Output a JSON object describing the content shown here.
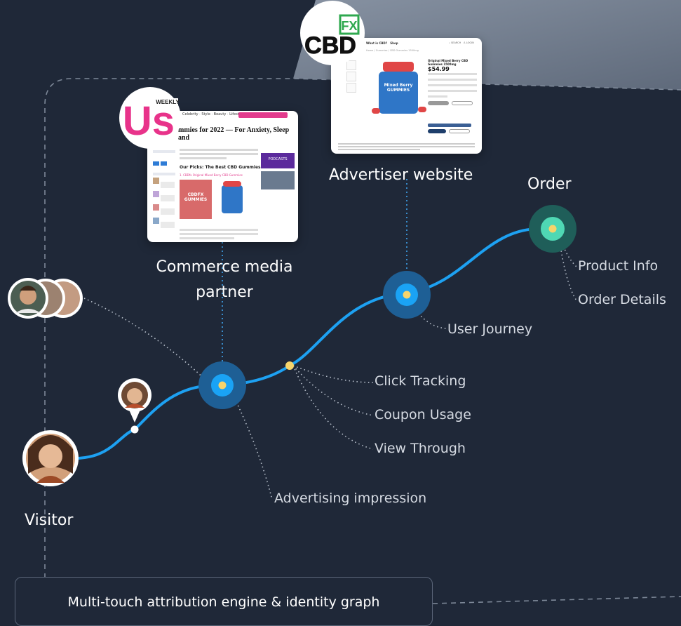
{
  "nodes": {
    "visitor": "Visitor",
    "commerce_media_partner": "Commerce media partner",
    "advertiser_website": "Advertiser website",
    "order": "Order"
  },
  "touchpoints": {
    "advertising_impression": "Advertising impression",
    "click_tracking": "Click Tracking",
    "coupon_usage": "Coupon Usage",
    "view_through": "View Through",
    "user_journey": "User Journey",
    "product_info": "Product Info",
    "order_details": "Order Details"
  },
  "engine": {
    "label": "Multi-touch attribution engine & identity graph"
  },
  "publisher_page": {
    "logo_text": "Us",
    "logo_subtext": "WEEKLY",
    "headline": "mmies for 2022 — For Anxiety, Sleep and",
    "subheading": "Our Picks: The Best CBD Gummies",
    "promo_text": "CBDFX GUMMIES",
    "ad_text": "PODCASTS"
  },
  "advertiser_page": {
    "logo_text": "CBD",
    "logo_mark": "FX",
    "nav_items": [
      "What is CBD?",
      "Shop"
    ],
    "product_title": "Original Mixed Berry CBD Gummies 1500mg",
    "price": "$54.99",
    "jar_label": "Mixed Berry GUMMIES"
  },
  "colors": {
    "background": "#1f2838",
    "path": "#1da1f2",
    "node_glow": "#1e5f95",
    "node_core": "#1aa3f5",
    "node_dot": "#f6d46b",
    "order_core": "#4fd8b4",
    "order_glow": "#1f5e59",
    "us_weekly_pink": "#e8338a",
    "cbdfx_green": "#2fa84f"
  }
}
